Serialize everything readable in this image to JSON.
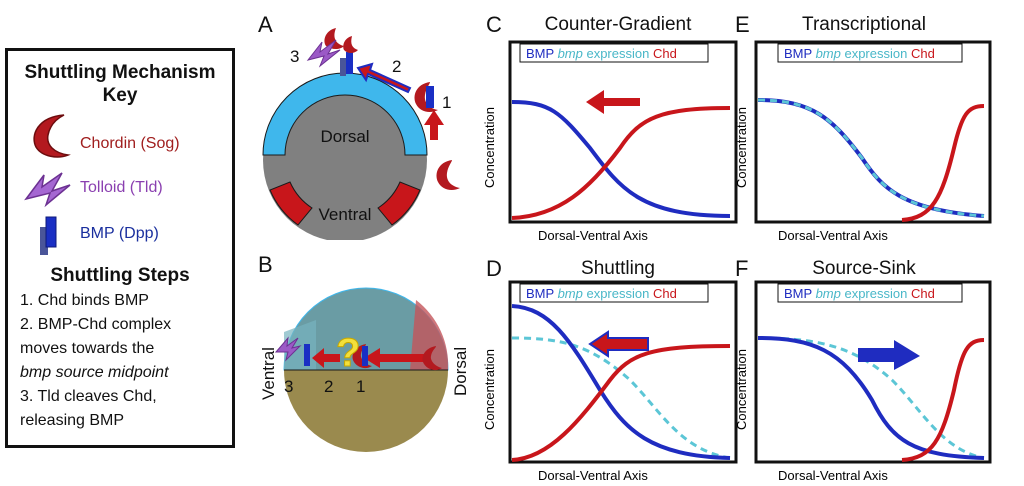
{
  "key": {
    "title_line1": "Shuttling Mechanism",
    "title_line2": "Key",
    "items": [
      {
        "label": "Chordin (Sog)",
        "color": "#a01e1e"
      },
      {
        "label": "Tolloid (Tld)",
        "color": "#8a3fb0"
      },
      {
        "label": "BMP (Dpp)",
        "color": "#1a2f9e"
      }
    ],
    "steps_title": "Shuttling Steps",
    "steps": [
      "1. Chd binds BMP",
      "2. BMP-Chd complex",
      "moves towards the",
      "bmp source midpoint",
      "3. Tld cleaves Chd,",
      "releasing BMP"
    ]
  },
  "panel_a": {
    "letter": "A",
    "dorsal": "Dorsal",
    "ventral": "Ventral",
    "step_numbers": [
      "3",
      "2",
      "1"
    ]
  },
  "panel_b": {
    "letter": "B",
    "ventral": "Ventral",
    "dorsal": "Dorsal",
    "step_numbers": [
      "3",
      "2",
      "1"
    ],
    "question": "?"
  },
  "graphs": [
    {
      "letter": "C",
      "title": "Counter-Gradient"
    },
    {
      "letter": "E",
      "title": "Transcriptional"
    },
    {
      "letter": "D",
      "title": "Shuttling"
    },
    {
      "letter": "F",
      "title": "Source-Sink"
    }
  ],
  "legend": {
    "bmp": "BMP",
    "expression_word": "bmp",
    "expression_rest": " expression",
    "chd": "Chd"
  },
  "axes": {
    "x": "Dorsal-Ventral Axis",
    "y": "Concentration"
  },
  "colors": {
    "bmp": "#1f2cc0",
    "bmp_expression": "#5cc6d6",
    "chd": "#c8161b",
    "dorsal_blue": "#3fb7ec",
    "tolloid": "#9b59c6"
  }
}
